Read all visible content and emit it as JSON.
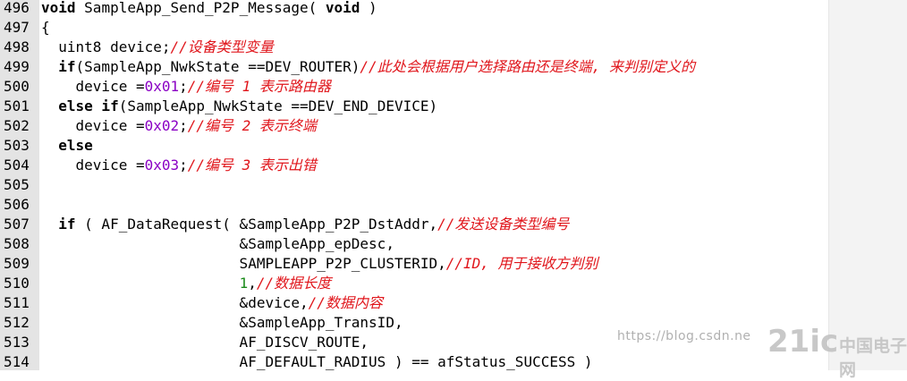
{
  "lines": [
    {
      "num": "496",
      "segments": [
        {
          "t": "void ",
          "k": "kw"
        },
        {
          "t": "SampleApp_Send_P2P_Message( ",
          "k": ""
        },
        {
          "t": "void",
          "k": "kw"
        },
        {
          "t": " )",
          "k": ""
        }
      ]
    },
    {
      "num": "497",
      "segments": [
        {
          "t": "{",
          "k": ""
        }
      ]
    },
    {
      "num": "498",
      "segments": [
        {
          "t": "  uint8 device;",
          "k": ""
        },
        {
          "t": "//设备类型变量",
          "k": "cmt"
        }
      ]
    },
    {
      "num": "499",
      "segments": [
        {
          "t": "  ",
          "k": ""
        },
        {
          "t": "if",
          "k": "kw"
        },
        {
          "t": "(SampleApp_NwkState ==DEV_ROUTER)",
          "k": ""
        },
        {
          "t": "//此处会根据用户选择路由还是终端, 来判别定义的",
          "k": "cmt"
        }
      ]
    },
    {
      "num": "500",
      "segments": [
        {
          "t": "    device =",
          "k": ""
        },
        {
          "t": "0x01",
          "k": "num"
        },
        {
          "t": ";",
          "k": ""
        },
        {
          "t": "//编号 1 表示路由器",
          "k": "cmt"
        }
      ]
    },
    {
      "num": "501",
      "segments": [
        {
          "t": "  ",
          "k": ""
        },
        {
          "t": "else if",
          "k": "kw"
        },
        {
          "t": "(SampleApp_NwkState ==DEV_END_DEVICE)",
          "k": ""
        }
      ]
    },
    {
      "num": "502",
      "segments": [
        {
          "t": "    device =",
          "k": ""
        },
        {
          "t": "0x02",
          "k": "num"
        },
        {
          "t": ";",
          "k": ""
        },
        {
          "t": "//编号 2 表示终端",
          "k": "cmt"
        }
      ]
    },
    {
      "num": "503",
      "segments": [
        {
          "t": "  ",
          "k": ""
        },
        {
          "t": "else",
          "k": "kw"
        }
      ]
    },
    {
      "num": "504",
      "segments": [
        {
          "t": "    device =",
          "k": ""
        },
        {
          "t": "0x03",
          "k": "num"
        },
        {
          "t": ";",
          "k": ""
        },
        {
          "t": "//编号 3 表示出错",
          "k": "cmt"
        }
      ]
    },
    {
      "num": "505",
      "segments": []
    },
    {
      "num": "506",
      "segments": []
    },
    {
      "num": "507",
      "segments": [
        {
          "t": "  ",
          "k": ""
        },
        {
          "t": "if",
          "k": "kw"
        },
        {
          "t": " ( AF_DataRequest( &SampleApp_P2P_DstAddr,",
          "k": ""
        },
        {
          "t": "//发送设备类型编号",
          "k": "cmt"
        }
      ]
    },
    {
      "num": "508",
      "segments": [
        {
          "t": "                       &SampleApp_epDesc,",
          "k": ""
        }
      ]
    },
    {
      "num": "509",
      "segments": [
        {
          "t": "                       SAMPLEAPP_P2P_CLUSTERID,",
          "k": ""
        },
        {
          "t": "//ID, 用于接收方判别",
          "k": "cmt"
        }
      ]
    },
    {
      "num": "510",
      "segments": [
        {
          "t": "                       ",
          "k": ""
        },
        {
          "t": "1",
          "k": "num-green"
        },
        {
          "t": ",",
          "k": ""
        },
        {
          "t": "//数据长度",
          "k": "cmt"
        }
      ]
    },
    {
      "num": "511",
      "segments": [
        {
          "t": "                       &device,",
          "k": ""
        },
        {
          "t": "//数据内容",
          "k": "cmt"
        }
      ]
    },
    {
      "num": "512",
      "segments": [
        {
          "t": "                       &SampleApp_TransID,",
          "k": ""
        }
      ]
    },
    {
      "num": "513",
      "segments": [
        {
          "t": "                       AF_DISCV_ROUTE,",
          "k": ""
        }
      ]
    },
    {
      "num": "514",
      "segments": [
        {
          "t": "                       AF_DEFAULT_RADIUS ) == afStatus_SUCCESS )",
          "k": ""
        }
      ]
    }
  ],
  "watermark": "https://blog.csdn.ne",
  "logo": {
    "left": "21ic",
    "right": "中国电子网"
  },
  "colors": {
    "keyword": "#000000",
    "hex_number": "#8a00c4",
    "decimal_number": "#1a8a1a",
    "comment": "#e0151b",
    "gutter": "#e4e4e4"
  }
}
